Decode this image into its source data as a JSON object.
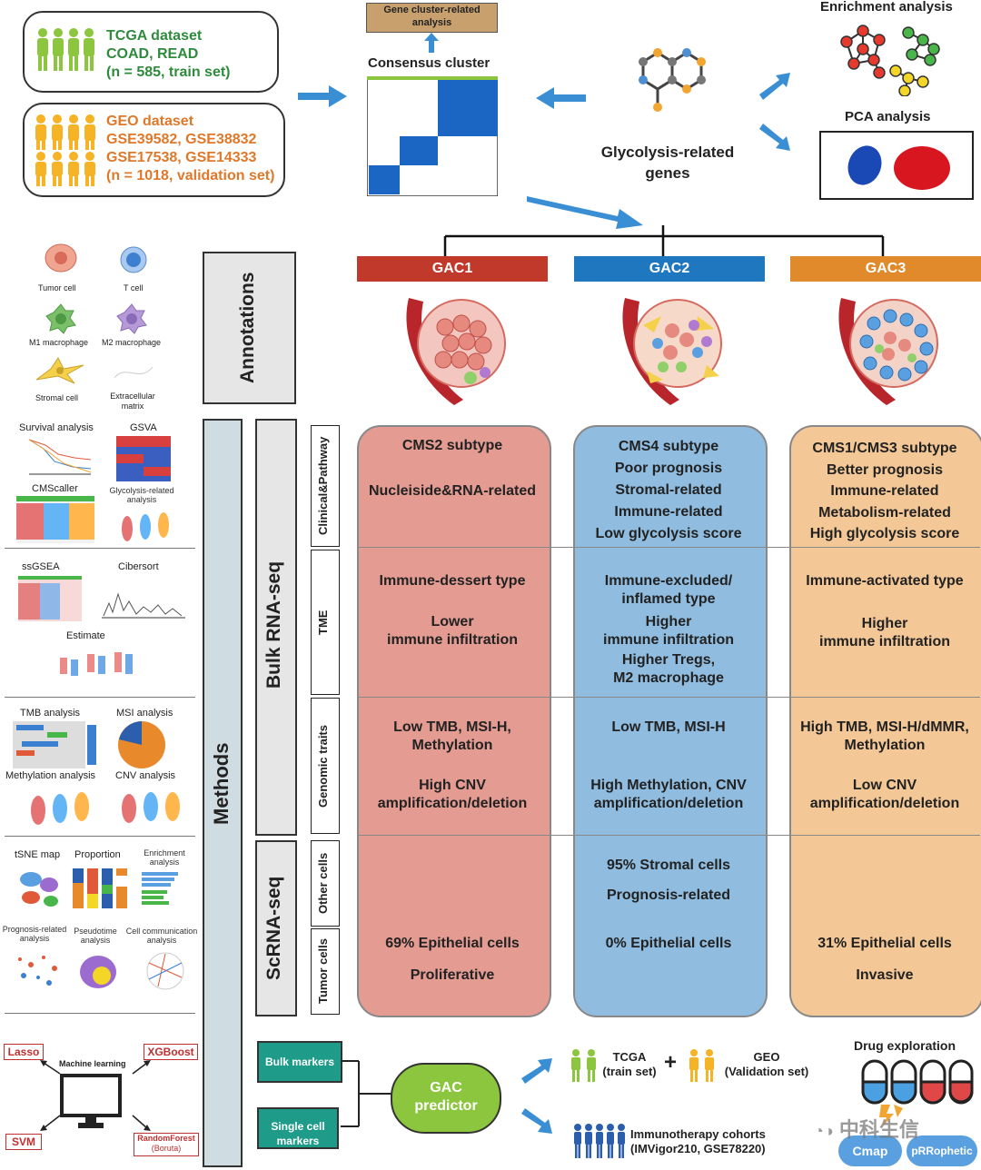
{
  "datasets": {
    "tcga": {
      "line1": "TCGA dataset",
      "line2": "COAD, READ",
      "line3": "(n = 585, train set)"
    },
    "geo": {
      "line1": "GEO dataset",
      "line2": "GSE39582, GSE38832",
      "line3": "GSE17538, GSE14333",
      "line4": "(n = 1018, validation set)"
    }
  },
  "top": {
    "gene_cluster": "Gene cluster-related analysis",
    "consensus": "Consensus cluster",
    "glyco": "Glycolysis-related genes",
    "enrichment": "Enrichment analysis",
    "pca": "PCA analysis"
  },
  "left": {
    "annotations_label": "Annotations",
    "methods_label": "Methods",
    "bulk_label": "Bulk RNA-seq",
    "scrna_label": "ScRNA-seq",
    "cells": [
      "Tumor cell",
      "T cell",
      "M1 macrophage",
      "M2 macrophage",
      "Stromal cell",
      "Extracellular matrix"
    ],
    "methods1": [
      "Survival analysis",
      "GSVA",
      "CMScaller",
      "Glycolysis-related analysis"
    ],
    "methods2": [
      "ssGSEA",
      "Cibersort",
      "Estimate"
    ],
    "methods3": [
      "TMB analysis",
      "MSI analysis",
      "Methylation analysis",
      "CNV analysis"
    ],
    "methods4": [
      "tSNE map",
      "Proportion",
      "Enrichment analysis",
      "Prognosis-related analysis",
      "Pseudotime analysis",
      "Cell communication analysis"
    ],
    "ml": {
      "center": "Machine learning",
      "lasso": "Lasso",
      "xgboost": "XGBoost",
      "svm": "SVM",
      "rf": "RandomForest",
      "rf_sub": "(Boruta)"
    }
  },
  "rows": {
    "clinical": "Clinical&Pathway",
    "tme": "TME",
    "genomic": "Genomic traits",
    "other": "Other cells",
    "tumor": "Tumor cells"
  },
  "gac": [
    {
      "name": "GAC1",
      "color": "#c0392b",
      "clinical": [
        "CMS2 subtype",
        "",
        "Nucleiside&RNA-related"
      ],
      "tme": [
        "Immune-dessert type",
        "",
        "Lower",
        "immune infiltration"
      ],
      "genomic": [
        "Low TMB, MSI-H,",
        "Methylation",
        "",
        "High CNV",
        "amplification/deletion"
      ],
      "other": [],
      "tumor": [
        "69% Epithelial cells",
        "",
        "Proliferative"
      ]
    },
    {
      "name": "GAC2",
      "color": "#1f77c0",
      "clinical": [
        "CMS4 subtype",
        "Poor prognosis",
        "Stromal-related",
        "Immune-related",
        "Low glycolysis score"
      ],
      "tme": [
        "Immune-excluded/",
        "inflamed type",
        "Higher",
        "immune infiltration",
        "Higher Tregs,",
        "M2 macrophage"
      ],
      "genomic": [
        "Low TMB, MSI-H",
        "",
        "",
        "High Methylation, CNV",
        "amplification/deletion"
      ],
      "other": [
        "95% Stromal cells",
        "",
        "Prognosis-related"
      ],
      "tumor": [
        "0% Epithelial cells"
      ]
    },
    {
      "name": "GAC3",
      "color": "#e08a2c",
      "clinical": [
        "CMS1/CMS3 subtype",
        "Better prognosis",
        "Immune-related",
        "Metabolism-related",
        "High glycolysis score"
      ],
      "tme": [
        "Immune-activated type",
        "",
        "Higher",
        "immune infiltration"
      ],
      "genomic": [
        "High TMB, MSI-H/dMMR,",
        "Methylation",
        "",
        "Low CNV",
        "amplification/deletion"
      ],
      "other": [],
      "tumor": [
        "31% Epithelial cells",
        "",
        "Invasive"
      ]
    }
  ],
  "bottom": {
    "bulk_markers": "Bulk markers",
    "single_markers": "Single cell markers",
    "predictor": "GAC predictor",
    "tcga": "TCGA (train set)",
    "tcga_l1": "TCGA",
    "tcga_l2": "(train set)",
    "geo_l1": "GEO",
    "geo_l2": "(Validation set)",
    "plus": "+",
    "immuno_l1": "Immunotherapy cohorts",
    "immuno_l2": "(IMVigor210, GSE78220)",
    "drug": "Drug exploration",
    "cmap": "Cmap",
    "prr": "pRRophetic",
    "watermark": "中科生信"
  },
  "colors": {
    "gac1": "#c0392b",
    "gac2": "#1f77c0",
    "gac3": "#e08a2c",
    "panel1": "#e39b92",
    "panel2": "#8fbcdf",
    "panel3": "#f3c796",
    "teal": "#1f9c89"
  }
}
